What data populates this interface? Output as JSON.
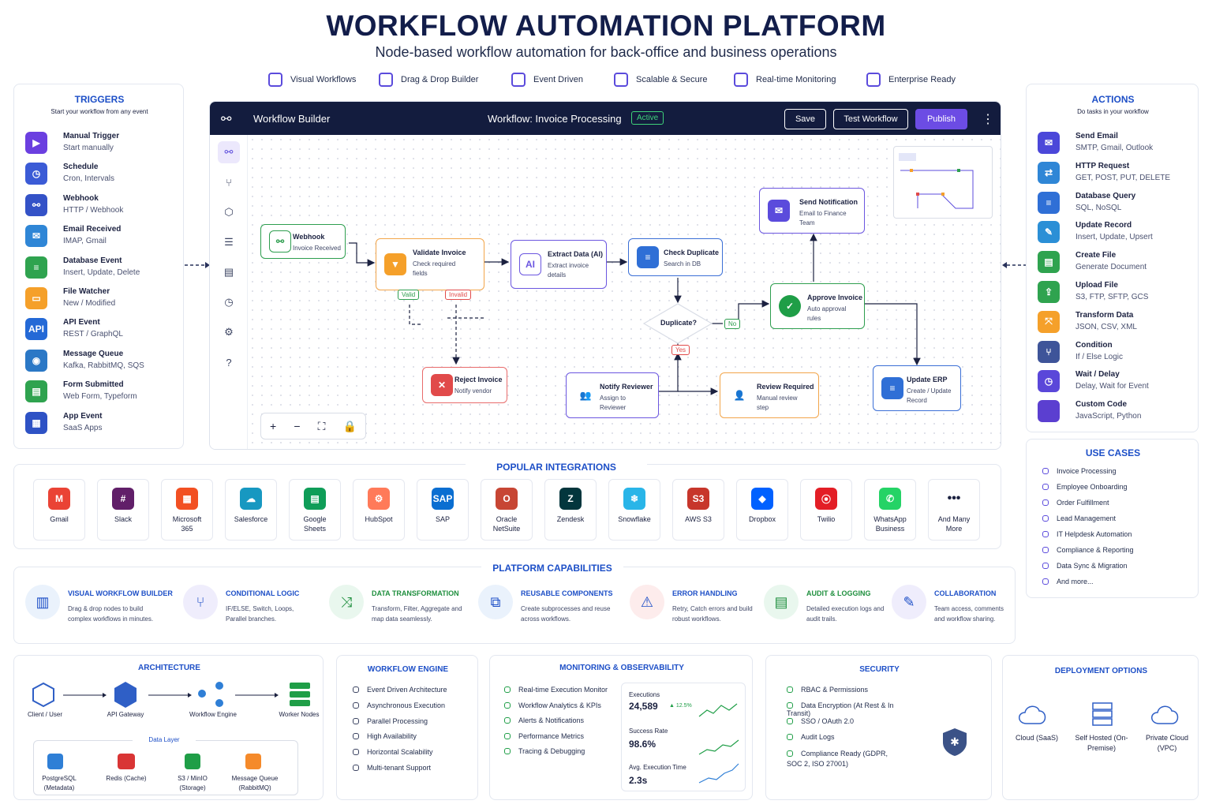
{
  "header": {
    "title": "WORKFLOW AUTOMATION PLATFORM",
    "subtitle": "Node-based workflow automation for back-office and business operations"
  },
  "features": [
    {
      "label": "Visual Workflows",
      "icon": "nodes-icon"
    },
    {
      "label": "Drag & Drop Builder",
      "icon": "drag-icon"
    },
    {
      "label": "Event Driven",
      "icon": "lightning-icon"
    },
    {
      "label": "Scalable & Secure",
      "icon": "shield-icon"
    },
    {
      "label": "Real-time Monitoring",
      "icon": "monitor-icon"
    },
    {
      "label": "Enterprise Ready",
      "icon": "building-icon"
    }
  ],
  "triggers": {
    "title": "TRIGGERS",
    "subtitle": "Start your workflow from any event",
    "items": [
      {
        "title": "Manual Trigger",
        "sub": "Start manually",
        "color": "#6b3fe0"
      },
      {
        "title": "Schedule",
        "sub": "Cron, Intervals",
        "color": "#3b5bd6"
      },
      {
        "title": "Webhook",
        "sub": "HTTP / Webhook",
        "color": "#3452c7"
      },
      {
        "title": "Email Received",
        "sub": "IMAP, Gmail",
        "color": "#2f86d6"
      },
      {
        "title": "Database Event",
        "sub": "Insert, Update, Delete",
        "color": "#2fa34f"
      },
      {
        "title": "File Watcher",
        "sub": "New / Modified",
        "color": "#f5a02a"
      },
      {
        "title": "API Event",
        "sub": "REST / GraphQL",
        "color": "#2469d6"
      },
      {
        "title": "Message Queue",
        "sub": "Kafka, RabbitMQ, SQS",
        "color": "#2b78c6"
      },
      {
        "title": "Form Submitted",
        "sub": "Web Form, Typeform",
        "color": "#2fa34f"
      },
      {
        "title": "App Event",
        "sub": "SaaS Apps",
        "color": "#2e52c5"
      }
    ]
  },
  "actions": {
    "title": "ACTIONS",
    "subtitle": "Do tasks in your workflow",
    "items": [
      {
        "title": "Send Email",
        "sub": "SMTP, Gmail, Outlook",
        "color": "#4b47d9"
      },
      {
        "title": "HTTP Request",
        "sub": "GET, POST, PUT, DELETE",
        "color": "#2f86d6"
      },
      {
        "title": "Database Query",
        "sub": "SQL, NoSQL",
        "color": "#2f6fd6"
      },
      {
        "title": "Update Record",
        "sub": "Insert, Update, Upsert",
        "color": "#2b8fd6"
      },
      {
        "title": "Create File",
        "sub": "Generate Document",
        "color": "#2fa34f"
      },
      {
        "title": "Upload File",
        "sub": "S3, FTP, SFTP, GCS",
        "color": "#2fa34f"
      },
      {
        "title": "Transform Data",
        "sub": "JSON, CSV, XML",
        "color": "#f5a02a"
      },
      {
        "title": "Condition",
        "sub": "If / Else Logic",
        "color": "#3e5499"
      },
      {
        "title": "Wait / Delay",
        "sub": "Delay, Wait for Event",
        "color": "#5a47d9"
      },
      {
        "title": "Custom Code",
        "sub": "JavaScript, Python",
        "color": "#5b3fd0"
      }
    ]
  },
  "builder": {
    "app_title": "Workflow Builder",
    "workflow_name": "Workflow: Invoice Processing",
    "status": "Active",
    "save_label": "Save",
    "test_label": "Test Workflow",
    "publish_label": "Publish",
    "nodes": {
      "webhook": {
        "title": "Webhook",
        "sub": "Invoice Received"
      },
      "validate": {
        "title": "Validate Invoice",
        "sub": "Check required fields"
      },
      "extract": {
        "title": "Extract Data (AI)",
        "sub": "Extract invoice details"
      },
      "duplicate": {
        "title": "Check Duplicate",
        "sub": "Search in DB"
      },
      "decision": {
        "title": "Duplicate?"
      },
      "approve": {
        "title": "Approve Invoice",
        "sub": "Auto approval rules"
      },
      "notify": {
        "title": "Send Notification",
        "sub": "Email to Finance Team"
      },
      "reject": {
        "title": "Reject Invoice",
        "sub": "Notify vendor"
      },
      "reviewer": {
        "title": "Notify Reviewer",
        "sub": "Assign to Reviewer"
      },
      "review": {
        "title": "Review Required",
        "sub": "Manual review step"
      },
      "erp": {
        "title": "Update ERP",
        "sub": "Create / Update Record"
      }
    },
    "labels": {
      "valid": "Valid",
      "invalid": "Invalid",
      "no": "No",
      "yes": "Yes"
    }
  },
  "use_cases": {
    "title": "USE CASES",
    "items": [
      "Invoice Processing",
      "Employee Onboarding",
      "Order Fulfillment",
      "Lead Management",
      "IT Helpdesk Automation",
      "Compliance & Reporting",
      "Data Sync & Migration",
      "And more..."
    ]
  },
  "integrations": {
    "title": "POPULAR INTEGRATIONS",
    "items": [
      {
        "label": "Gmail",
        "color": "#ea4335",
        "glyph": "M"
      },
      {
        "label": "Slack",
        "color": "#611f69",
        "glyph": "#"
      },
      {
        "label": "Microsoft 365",
        "color": "#f25022",
        "glyph": "▦"
      },
      {
        "label": "Salesforce",
        "color": "#1798c1",
        "glyph": "☁"
      },
      {
        "label": "Google Sheets",
        "color": "#0f9d58",
        "glyph": "▤"
      },
      {
        "label": "HubSpot",
        "color": "#ff7a59",
        "glyph": "⚙"
      },
      {
        "label": "SAP",
        "color": "#0a6ed1",
        "glyph": "SAP"
      },
      {
        "label": "Oracle NetSuite",
        "color": "#c74634",
        "glyph": "O"
      },
      {
        "label": "Zendesk",
        "color": "#03363d",
        "glyph": "Z"
      },
      {
        "label": "Snowflake",
        "color": "#29b5e8",
        "glyph": "❄"
      },
      {
        "label": "AWS S3",
        "color": "#c7362b",
        "glyph": "S3"
      },
      {
        "label": "Dropbox",
        "color": "#0061ff",
        "glyph": "◆"
      },
      {
        "label": "Twilio",
        "color": "#e31e26",
        "glyph": "⦿"
      },
      {
        "label": "WhatsApp Business",
        "color": "#25d366",
        "glyph": "✆"
      },
      {
        "label": "And Many More",
        "color": "#ffffff",
        "glyph": "•••"
      }
    ]
  },
  "capabilities": {
    "title": "PLATFORM CAPABILITIES",
    "items": [
      {
        "title": "VISUAL WORKFLOW BUILDER",
        "desc": "Drag & drop nodes to build complex workflows in minutes.",
        "color": "#1d4fc7"
      },
      {
        "title": "CONDITIONAL LOGIC",
        "desc": "IF/ELSE, Switch, Loops, Parallel branches.",
        "color": "#1d4fc7"
      },
      {
        "title": "DATA TRANSFORMATION",
        "desc": "Transform, Filter, Aggregate and map data seamlessly.",
        "color": "#1f8f3e"
      },
      {
        "title": "REUSABLE COMPONENTS",
        "desc": "Create subprocesses and reuse across workflows.",
        "color": "#1d4fc7"
      },
      {
        "title": "ERROR HANDLING",
        "desc": "Retry, Catch errors and build robust workflows.",
        "color": "#1d4fc7"
      },
      {
        "title": "AUDIT & LOGGING",
        "desc": "Detailed execution logs and audit trails.",
        "color": "#1f8f3e"
      },
      {
        "title": "COLLABORATION",
        "desc": "Team access, comments and workflow sharing.",
        "color": "#1d4fc7"
      }
    ]
  },
  "architecture": {
    "title": "ARCHITECTURE",
    "flow": [
      "Client / User",
      "API Gateway",
      "Workflow Engine",
      "Worker Nodes"
    ],
    "data_layer": "Data Layer",
    "stores": [
      "PostgreSQL (Metadata)",
      "Redis (Cache)",
      "S3 / MinIO (Storage)",
      "Message Queue (RabbitMQ)"
    ]
  },
  "engine": {
    "title": "WORKFLOW ENGINE",
    "items": [
      "Event Driven Architecture",
      "Asynchronous Execution",
      "Parallel Processing",
      "High Availability",
      "Horizontal Scalability",
      "Multi-tenant Support"
    ]
  },
  "monitoring": {
    "title": "MONITORING & OBSERVABILITY",
    "items": [
      "Real-time Execution Monitor",
      "Workflow Analytics & KPIs",
      "Alerts & Notifications",
      "Performance Metrics",
      "Tracing & Debugging"
    ],
    "metrics": [
      {
        "label": "Executions",
        "value": "24,589",
        "delta": "▲ 12.5%"
      },
      {
        "label": "Success Rate",
        "value": "98.6%",
        "delta": ""
      },
      {
        "label": "Avg. Execution Time",
        "value": "2.3s",
        "delta": ""
      }
    ]
  },
  "security": {
    "title": "SECURITY",
    "items": [
      "RBAC & Permissions",
      "Data Encryption (At Rest & In Transit)",
      "SSO / OAuth 2.0",
      "Audit Logs",
      "Compliance Ready (GDPR, SOC 2, ISO 27001)"
    ]
  },
  "deployment": {
    "title": "DEPLOYMENT OPTIONS",
    "items": [
      "Cloud (SaaS)",
      "Self Hosted (On-Premise)",
      "Private Cloud (VPC)"
    ]
  },
  "colors": {
    "primary": "#5b4bdc",
    "navy": "#131c3e",
    "accent_blue": "#1d4fc7",
    "success": "#1f9e47"
  }
}
